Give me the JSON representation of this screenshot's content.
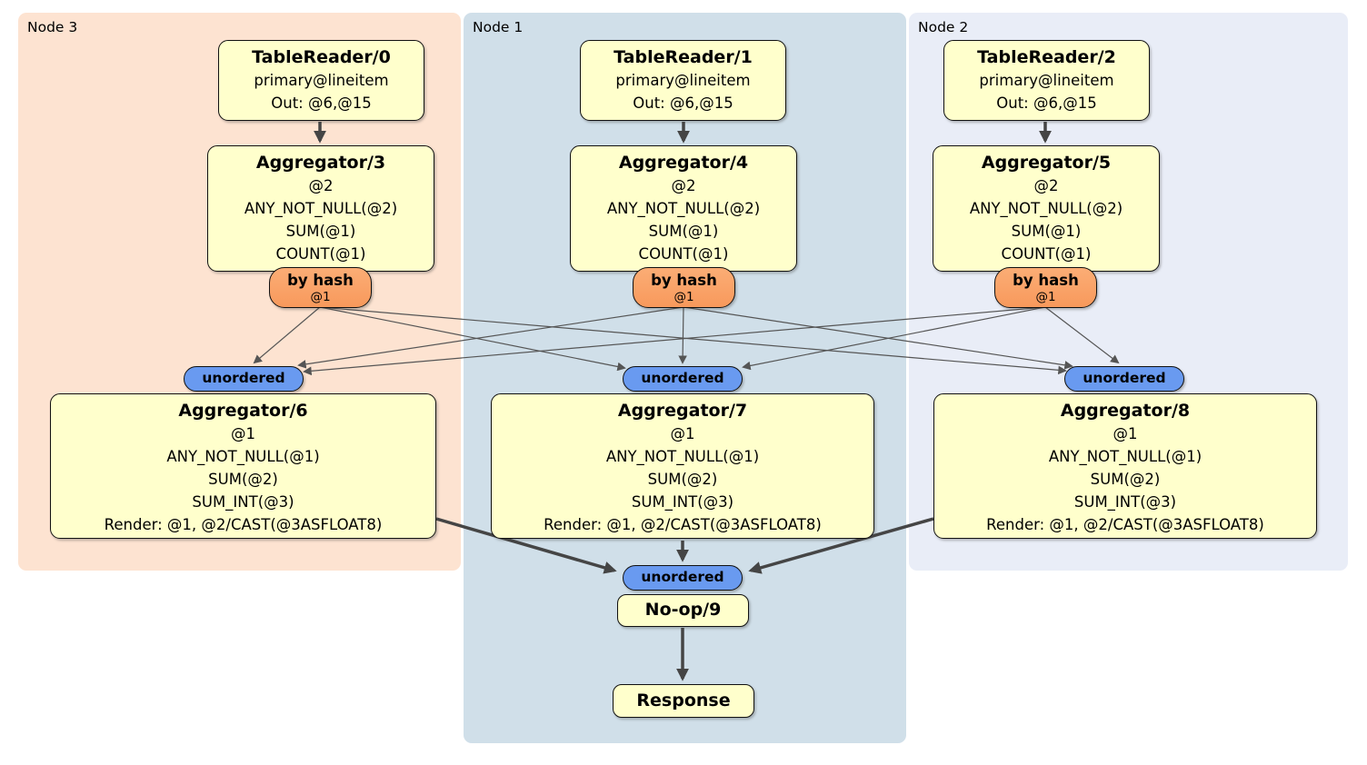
{
  "regions": [
    {
      "label": "Node 3",
      "table_reader": {
        "title": "TableReader/0",
        "lines": [
          "primary@lineitem",
          "Out: @6,@15"
        ]
      },
      "aggregator_top": {
        "title": "Aggregator/3",
        "lines": [
          "@2",
          "ANY_NOT_NULL(@2)",
          "SUM(@1)",
          "COUNT(@1)"
        ]
      },
      "router": {
        "title": "by hash",
        "subtitle": "@1"
      },
      "stream": {
        "label": "unordered"
      },
      "aggregator_bottom": {
        "title": "Aggregator/6",
        "lines": [
          "@1",
          "ANY_NOT_NULL(@1)",
          "SUM(@2)",
          "SUM_INT(@3)",
          "Render: @1, @2/CAST(@3ASFLOAT8)"
        ]
      }
    },
    {
      "label": "Node 1",
      "table_reader": {
        "title": "TableReader/1",
        "lines": [
          "primary@lineitem",
          "Out: @6,@15"
        ]
      },
      "aggregator_top": {
        "title": "Aggregator/4",
        "lines": [
          "@2",
          "ANY_NOT_NULL(@2)",
          "SUM(@1)",
          "COUNT(@1)"
        ]
      },
      "router": {
        "title": "by hash",
        "subtitle": "@1"
      },
      "stream": {
        "label": "unordered"
      },
      "aggregator_bottom": {
        "title": "Aggregator/7",
        "lines": [
          "@1",
          "ANY_NOT_NULL(@1)",
          "SUM(@2)",
          "SUM_INT(@3)",
          "Render: @1, @2/CAST(@3ASFLOAT8)"
        ]
      }
    },
    {
      "label": "Node 2",
      "table_reader": {
        "title": "TableReader/2",
        "lines": [
          "primary@lineitem",
          "Out: @6,@15"
        ]
      },
      "aggregator_top": {
        "title": "Aggregator/5",
        "lines": [
          "@2",
          "ANY_NOT_NULL(@2)",
          "SUM(@1)",
          "COUNT(@1)"
        ]
      },
      "router": {
        "title": "by hash",
        "subtitle": "@1"
      },
      "stream": {
        "label": "unordered"
      },
      "aggregator_bottom": {
        "title": "Aggregator/8",
        "lines": [
          "@1",
          "ANY_NOT_NULL(@1)",
          "SUM(@2)",
          "SUM_INT(@3)",
          "Render: @1, @2/CAST(@3ASFLOAT8)"
        ]
      }
    }
  ],
  "final": {
    "stream_label": "unordered",
    "noop_title": "No-op/9",
    "response_title": "Response"
  },
  "colors": {
    "node3_bg": "#fde3d1",
    "node1_bg": "#d0dfe9",
    "node2_bg": "#e9edf7",
    "processor_bg": "#ffffcc",
    "router_bg": "#f89e63",
    "stream_bg": "#699af0",
    "edge_thick": "#454545",
    "edge_thin": "#555555"
  }
}
